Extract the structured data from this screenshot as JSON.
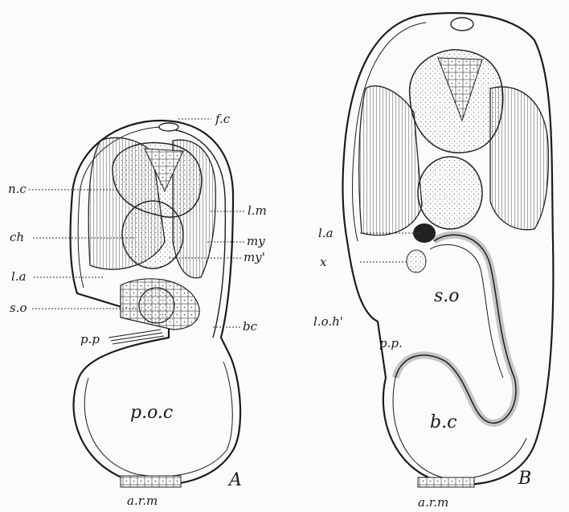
{
  "figure_A": {
    "panel_letter": "A",
    "labels": {
      "fc": "f.c",
      "nc": "n.c",
      "lm": "l.m",
      "ch": "ch",
      "my": "my",
      "my_prime": "my'",
      "la": "l.a",
      "so": "s.o",
      "bc": "bc",
      "pp": "p.p",
      "poc": "p.o.c",
      "arm": "a.r.m"
    }
  },
  "figure_B": {
    "panel_letter": "B",
    "labels": {
      "la": "l.a",
      "x": "x",
      "so": "s.o",
      "loh": "l.o.h'",
      "pp": "p.p.",
      "bc": "b.c",
      "arm": "a.r.m"
    }
  },
  "colors": {
    "ink": "#1c1c1c",
    "paper": "#fbfbf9"
  }
}
